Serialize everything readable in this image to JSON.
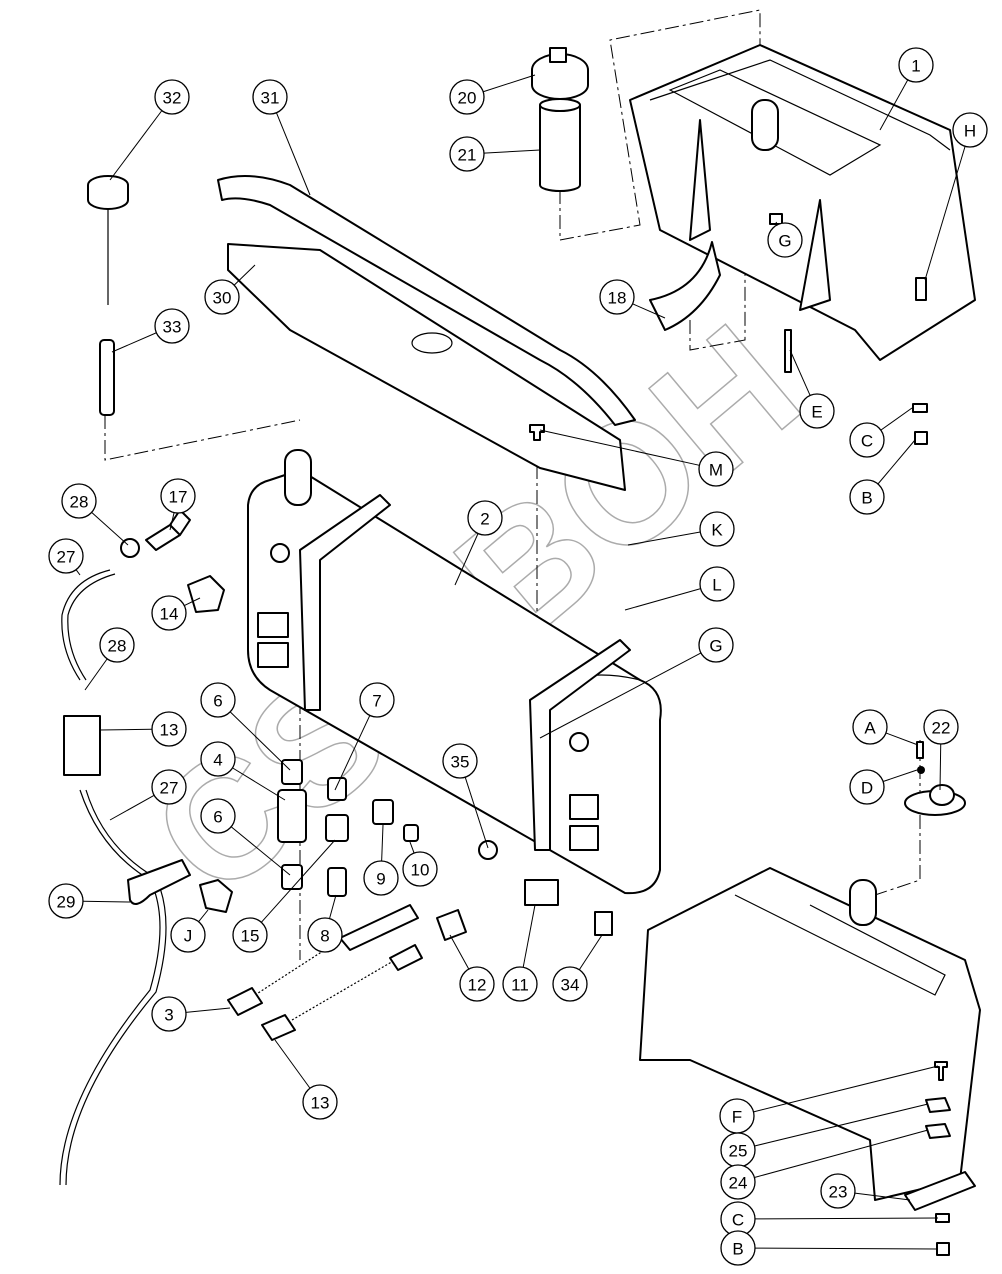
{
  "diagram": {
    "type": "exploded parts diagram",
    "watermark": "CSWBOH",
    "callouts": [
      "32",
      "31",
      "20",
      "21",
      "1",
      "H",
      "G",
      "18",
      "30",
      "33",
      "E",
      "C",
      "M",
      "B",
      "17",
      "28",
      "2",
      "K",
      "27",
      "L",
      "14",
      "28",
      "G",
      "6",
      "7",
      "A",
      "22",
      "13",
      "4",
      "35",
      "D",
      "27",
      "6",
      "9",
      "10",
      "29",
      "J",
      "15",
      "8",
      "12",
      "11",
      "34",
      "3",
      "13",
      "F",
      "25",
      "24",
      "23",
      "C",
      "B"
    ]
  }
}
